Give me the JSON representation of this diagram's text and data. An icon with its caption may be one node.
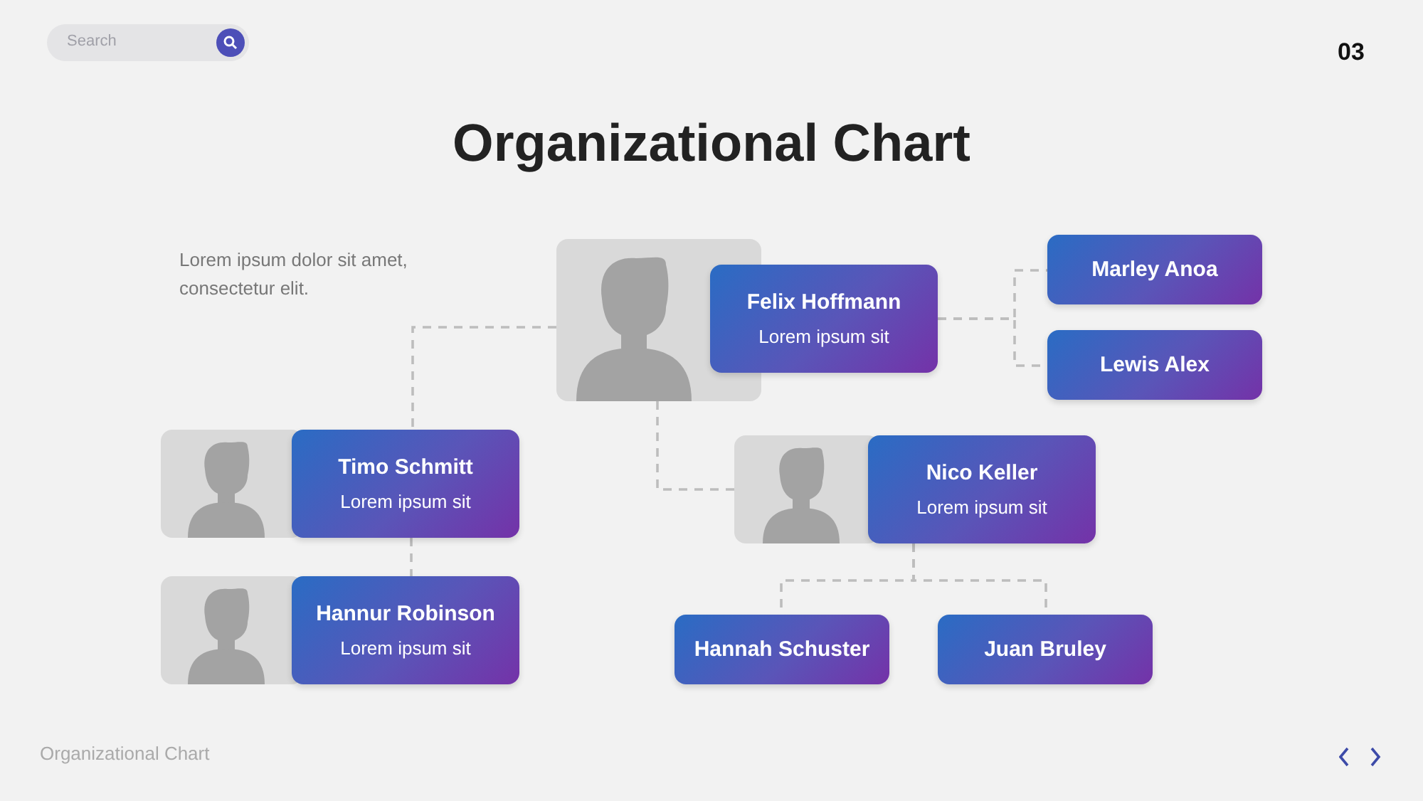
{
  "diagram": {
    "title": "Organizational Chart",
    "nodes": [
      {
        "text": [
          "Felix Hoffmann",
          "Lorem ipsum sit"
        ]
      },
      {
        "text": [
          "Marley Anoa"
        ]
      },
      {
        "text": [
          "Lewis Alex"
        ]
      },
      {
        "text": [
          "Timo Schmitt",
          "Lorem ipsum sit"
        ]
      },
      {
        "text": [
          "Nico Keller",
          "Lorem ipsum sit"
        ]
      },
      {
        "text": [
          "Hannur Robinson",
          "Lorem ipsum sit"
        ]
      },
      {
        "text": [
          "Hannah Schuster"
        ]
      },
      {
        "text": [
          "Juan Bruley"
        ]
      }
    ],
    "edges": [
      {
        "from": 0,
        "to": 3,
        "arrow": "none",
        "style": "dashed"
      },
      {
        "from": 3,
        "to": 5,
        "arrow": "none",
        "style": "dashed"
      },
      {
        "from": 0,
        "to": 4,
        "arrow": "none",
        "style": "dashed"
      },
      {
        "from": 0,
        "to": 1,
        "arrow": "none",
        "style": "dashed"
      },
      {
        "from": 0,
        "to": 2,
        "arrow": "none",
        "style": "dashed"
      },
      {
        "from": 4,
        "to": 6,
        "arrow": "none",
        "style": "dashed"
      },
      {
        "from": 4,
        "to": 7,
        "arrow": "none",
        "style": "dashed"
      }
    ],
    "labels": [
      "Search",
      "03",
      "Lorem ipsum dolor sit amet, consectetur elit.",
      "Organizational Chart"
    ]
  }
}
